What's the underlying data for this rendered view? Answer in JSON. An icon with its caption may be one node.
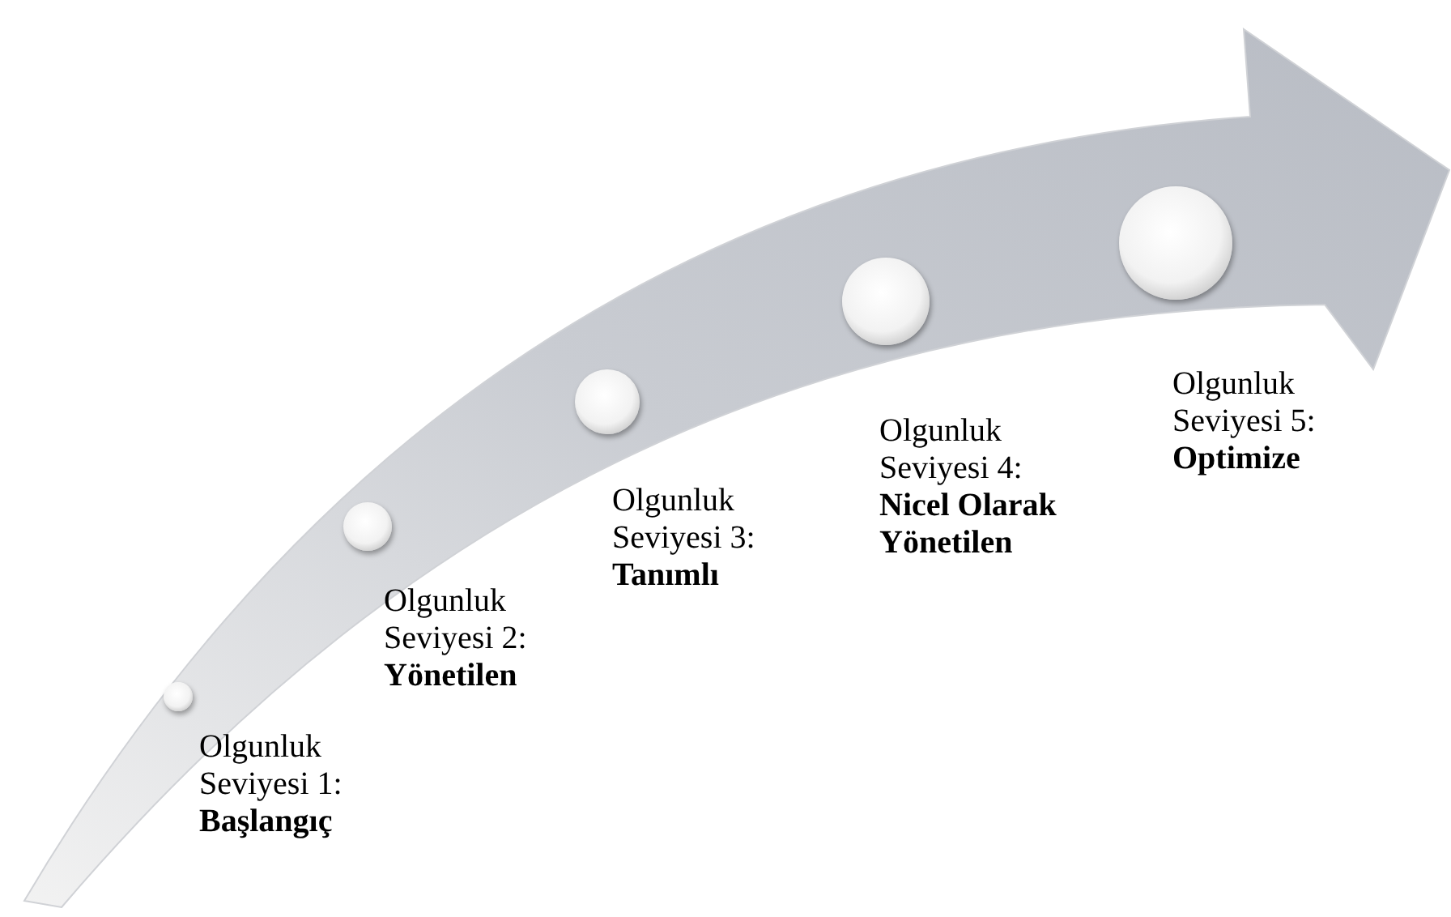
{
  "diagram": {
    "nodes": [
      {
        "text": [],
        "shape": "circle",
        "beside": [
          "Olgunluk Seviyesi 1:",
          "Başlangıç"
        ]
      },
      {
        "text": [],
        "shape": "circle",
        "beside": [
          "Olgunluk Seviyesi 2:",
          "Yönetilen"
        ]
      },
      {
        "text": [],
        "shape": "circle",
        "beside": [
          "Olgunluk Seviyesi 3:",
          "Tanımlı"
        ]
      },
      {
        "text": [],
        "shape": "circle",
        "beside": [
          "Olgunluk Seviyesi 4:",
          "Nicel Olarak Yönetilen"
        ]
      },
      {
        "text": [],
        "shape": "circle",
        "beside": [
          "Olgunluk Seviyesi 5:",
          "Optimize"
        ]
      }
    ]
  }
}
